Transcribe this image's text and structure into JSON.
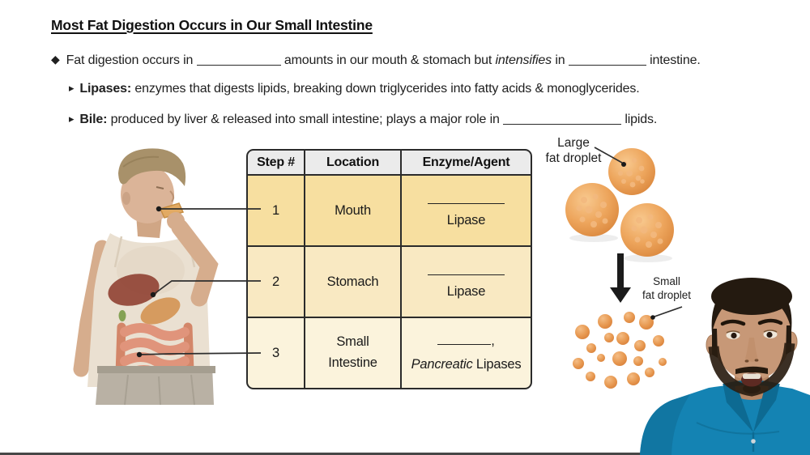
{
  "slide": {
    "title": "Most Fat Digestion Occurs in Our Small Intestine",
    "bullets": {
      "b1_marker": "◆",
      "b1_pre": "Fat digestion occurs in ",
      "b1_mid": " amounts in our mouth & stomach but ",
      "b1_italic": "intensifies",
      "b1_mid2": " in ",
      "b1_post": " intestine.",
      "b2_marker": "▸",
      "b2_label": "Lipases:",
      "b2_text": " enzymes that digests lipids, breaking down triglycerides into fatty acids & monoglycerides.",
      "b3_marker": "▸",
      "b3_label": "Bile:",
      "b3_pre": " produced by liver & released into small intestine; plays a major role in ",
      "b3_post": " lipids."
    }
  },
  "table": {
    "headers": [
      "Step #",
      "Location",
      "Enzyme/Agent"
    ],
    "rows": [
      {
        "step": "1",
        "location": "Mouth",
        "enzyme_name": "Lipase"
      },
      {
        "step": "2",
        "location": "Stomach",
        "enzyme_name": "Lipase"
      },
      {
        "step": "3",
        "location": "Small Intestine",
        "comma": ",",
        "enzyme_italic": "Pancreatic",
        "enzyme_rest": " Lipases"
      }
    ]
  },
  "figure": {
    "large_droplet_label_line1": "Large",
    "large_droplet_label_line2": "fat droplet",
    "small_droplet_label_line1": "Small",
    "small_droplet_label_line2": "fat droplet"
  },
  "colors": {
    "table_header_bg": "#EBEBEB",
    "table_row1_bg": "#F7DFA0",
    "table_row2_bg": "#F9E9C2",
    "table_row3_bg": "#FBF3DC",
    "droplet_orange": "#E89A4F",
    "instructor_shirt": "#1483B3"
  }
}
